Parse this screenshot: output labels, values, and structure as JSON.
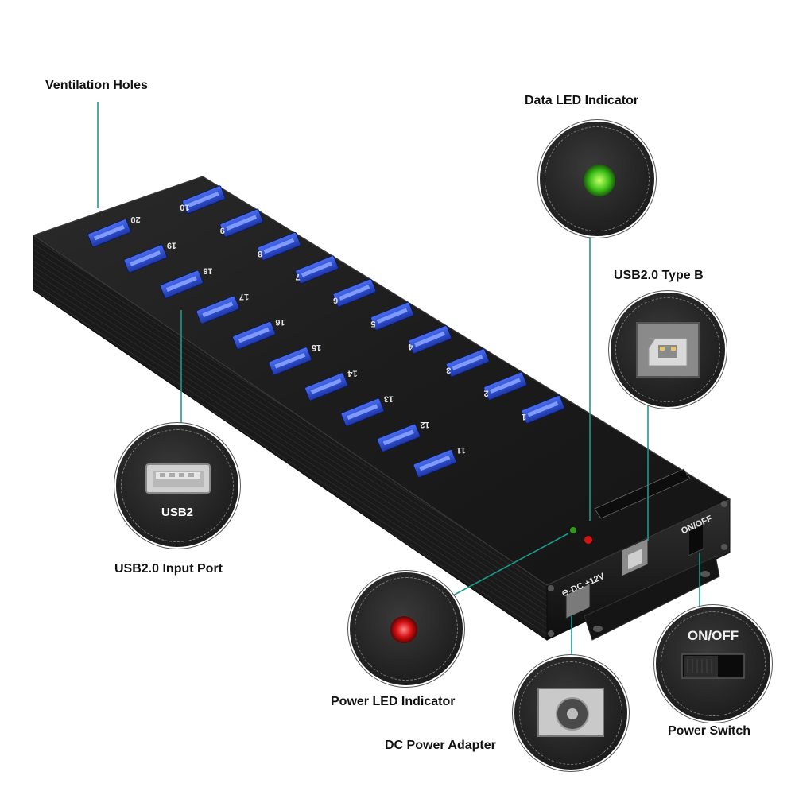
{
  "callouts": {
    "ventilation": "Ventilation Holes",
    "data_led": "Data LED Indicator",
    "usb_type_b": "USB2.0 Type B",
    "usb_input": "USB2.0 Input Port",
    "power_led": "Power LED Indicator",
    "dc_adapter": "DC Power Adapter",
    "power_switch": "Power Switch"
  },
  "port_numbers": [
    "1",
    "2",
    "3",
    "4",
    "5",
    "6",
    "7",
    "8",
    "9",
    "10",
    "11",
    "12",
    "13",
    "14",
    "15",
    "16",
    "17",
    "18",
    "19",
    "20"
  ],
  "bubble_text": {
    "usb2": "USB2",
    "on_off": "ON/OFF"
  },
  "device_text": {
    "on_off": "ON/OFF",
    "dc": "⊖-DC +12V"
  },
  "colors": {
    "accent_line": "#1a9a8c",
    "port_blue": "#2b4fd8",
    "data_led": "#3fc21a",
    "power_led": "#d81212"
  },
  "icons": {
    "data_led": "green-led-icon",
    "power_led": "red-led-icon",
    "usb_a": "usb-a-port-icon",
    "usb_b": "usb-b-port-icon",
    "dc_jack": "dc-jack-icon",
    "switch": "rocker-switch-icon"
  }
}
